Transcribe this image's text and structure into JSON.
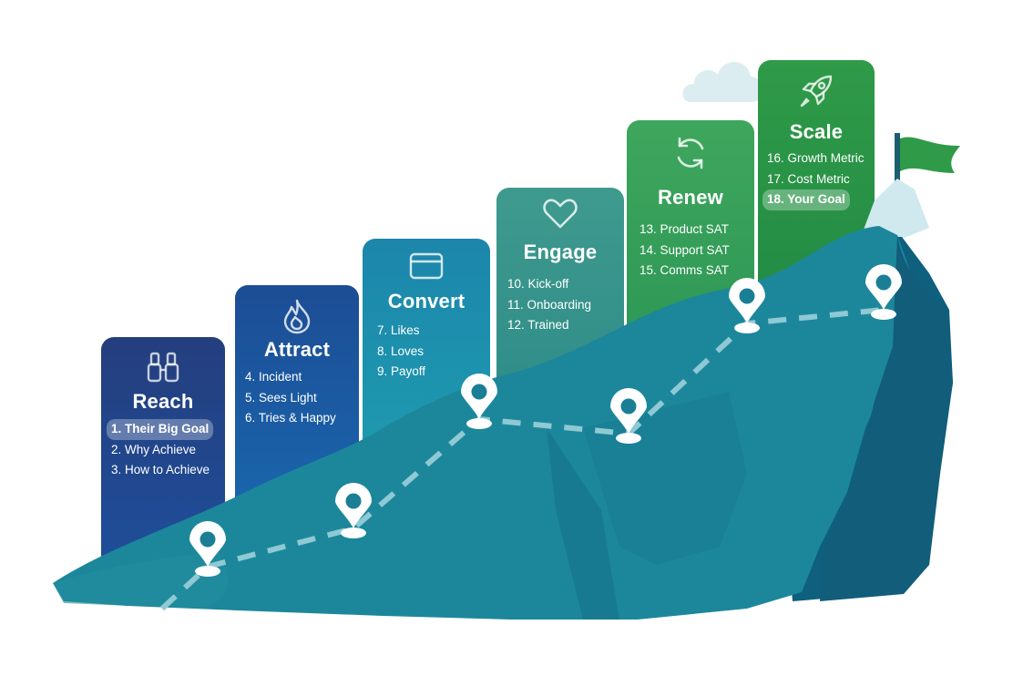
{
  "stages": [
    {
      "title": "Reach",
      "icon": "binoculars-icon",
      "items": [
        "1. Their Big Goal",
        "2. Why Achieve",
        "3. How to Achieve"
      ],
      "highlight": 0
    },
    {
      "title": "Attract",
      "icon": "flame-icon",
      "items": [
        "4. Incident",
        "5. Sees Light",
        "6. Tries & Happy"
      ]
    },
    {
      "title": "Convert",
      "icon": "credit-card-icon",
      "items": [
        "7. Likes",
        "8. Loves",
        "9. Payoff"
      ]
    },
    {
      "title": "Engage",
      "icon": "heart-icon",
      "items": [
        "10. Kick-off",
        "11. Onboarding",
        "12. Trained"
      ]
    },
    {
      "title": "Renew",
      "icon": "refresh-icon",
      "items": [
        "13. Product SAT",
        "14. Support SAT",
        "15. Comms SAT"
      ]
    },
    {
      "title": "Scale",
      "icon": "rocket-icon",
      "items": [
        "16. Growth Metric",
        "17. Cost Metric",
        "18. Your Goal"
      ],
      "highlight": 2
    }
  ],
  "colors": {
    "mountain_light": "#1f8a98",
    "mountain_dark": "#126a86",
    "path": "#8ec9d4",
    "flag": "#2f9a48",
    "cloud": "#d9eef2",
    "snow": "#cde9ef"
  }
}
